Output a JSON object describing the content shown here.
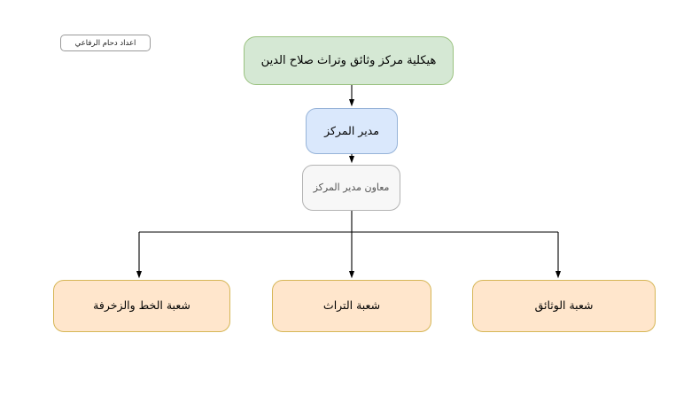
{
  "diagram": {
    "title_box": {
      "label": "هيكلية مركز وثائق وتراث صلاح الدين",
      "fill": "#d5e8d4",
      "stroke": "#9ac27f"
    },
    "director_box": {
      "label": "مدير المركز",
      "fill": "#dae8fc",
      "stroke": "#96b3d8"
    },
    "deputy_box": {
      "label": "معاون مدير المركز",
      "fill": "#f7f7f7",
      "stroke": "#b3b3b3"
    },
    "units": [
      {
        "label": "شعبة الخط والزخرفة",
        "fill": "#ffe6cc",
        "stroke": "#d6b656"
      },
      {
        "label": "شعبة التراث",
        "fill": "#ffe6cc",
        "stroke": "#d6b656"
      },
      {
        "label": "شعبة الوثائق",
        "fill": "#ffe6cc",
        "stroke": "#d6b656"
      }
    ],
    "credit_note": {
      "label": "اعداد دحام الرفاعي"
    },
    "connector_color": "#000000"
  }
}
